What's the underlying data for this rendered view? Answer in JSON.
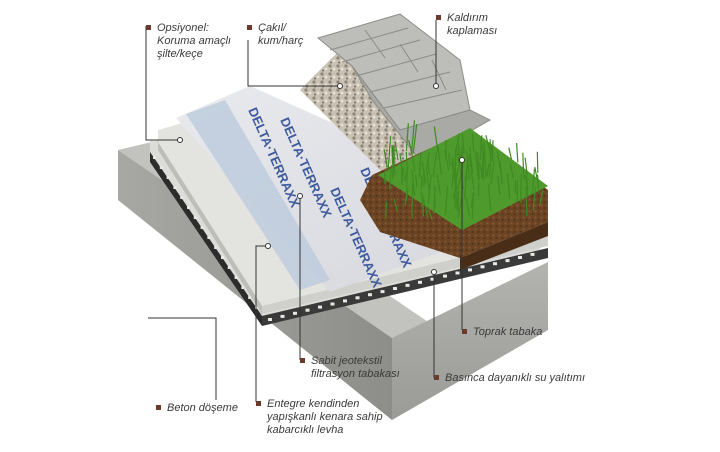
{
  "product": {
    "brand": "DELTA",
    "name": "TERRAXX"
  },
  "colors": {
    "bullet": "#6b3a2a",
    "membrane_text": "#3e5a9e",
    "grass": "#4f9a2c",
    "soil": "#6b4424",
    "concrete": "#b7b7b3"
  },
  "labels": {
    "optional_mat": {
      "lines": [
        "Opsiyonel:",
        "Koruma amaçlı",
        "şilte/keçe"
      ]
    },
    "gravel": {
      "lines": [
        "Çakıl/",
        "kum/harç"
      ]
    },
    "pavement": {
      "lines": [
        "Kaldırım",
        "kaplaması"
      ]
    },
    "soil_layer": {
      "lines": [
        "Toprak tabaka"
      ]
    },
    "geotextile": {
      "lines": [
        "Sabit jeotekstil",
        "filtrasyon tabakası"
      ]
    },
    "waterproofing": {
      "lines": [
        "Basınca dayanıklı su yalıtımı"
      ]
    },
    "concrete_slab": {
      "lines": [
        "Beton döşeme"
      ]
    },
    "dimpled_sheet": {
      "lines": [
        "Entegre kendinden",
        "yapışkanlı kenara sahip",
        "kabarcıklı levha"
      ]
    }
  }
}
